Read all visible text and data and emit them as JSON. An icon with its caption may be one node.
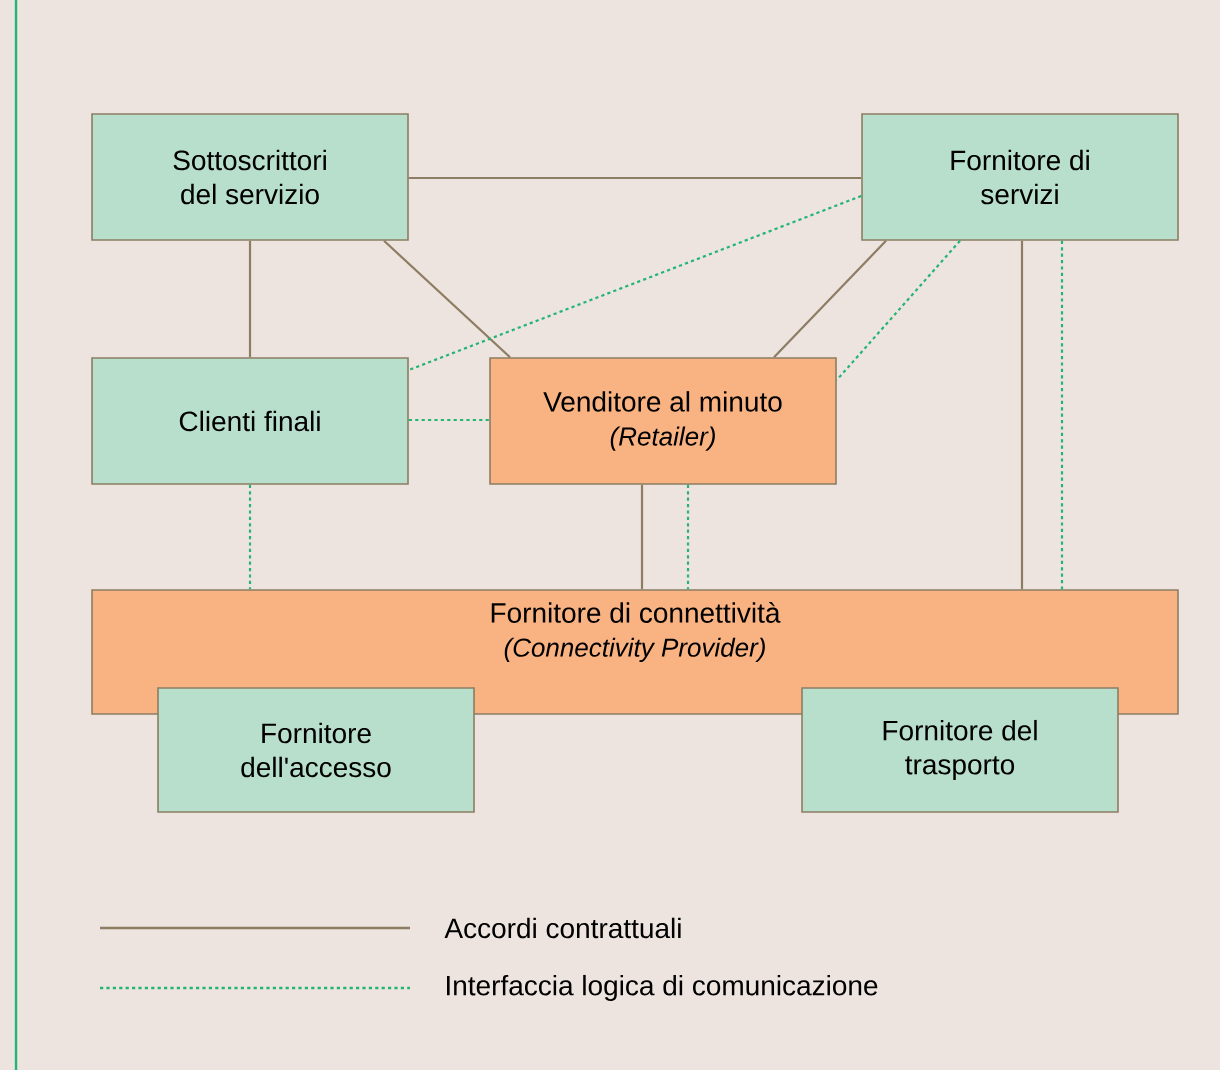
{
  "diagram": {
    "nodes": [
      {
        "text": [
          "Sottoscrittori del servizio"
        ]
      },
      {
        "text": [
          "Fornitore di servizi"
        ]
      },
      {
        "text": [
          "Clienti finali"
        ]
      },
      {
        "text": [
          "Venditore al minuto",
          "(Retailer)"
        ]
      },
      {
        "text": [
          "Fornitore di connettività",
          "(Connectivity Provider)"
        ]
      },
      {
        "text": [
          "Fornitore dell'accesso"
        ]
      },
      {
        "text": [
          "Fornitore del trasporto"
        ]
      }
    ],
    "edges": [
      {
        "from": 0,
        "to": 1,
        "arrow": "none"
      },
      {
        "from": 0,
        "to": 2,
        "arrow": "none"
      },
      {
        "from": 0,
        "to": 3,
        "arrow": "none"
      },
      {
        "from": 1,
        "to": 3,
        "arrow": "none"
      },
      {
        "from": 1,
        "to": 2,
        "arrow": "none",
        "style": "dashed",
        "color": "#22b573"
      },
      {
        "from": 1,
        "to": 3,
        "arrow": "none",
        "style": "dashed",
        "color": "#22b573"
      },
      {
        "from": 2,
        "to": 3,
        "arrow": "none",
        "style": "dashed",
        "color": "#22b573"
      },
      {
        "from": 2,
        "to": 4,
        "arrow": "none",
        "style": "dashed",
        "color": "#22b573"
      },
      {
        "from": 3,
        "to": 4,
        "arrow": "none"
      },
      {
        "from": 3,
        "to": 4,
        "arrow": "none",
        "style": "dashed",
        "color": "#22b573"
      },
      {
        "from": 1,
        "to": 4,
        "arrow": "none"
      },
      {
        "from": 1,
        "to": 4,
        "arrow": "none",
        "style": "dashed",
        "color": "#22b573"
      }
    ],
    "legend": [
      {
        "text": "Accordi contrattuali"
      },
      {
        "text": "Interfaccia logica di comunicazione"
      }
    ]
  }
}
